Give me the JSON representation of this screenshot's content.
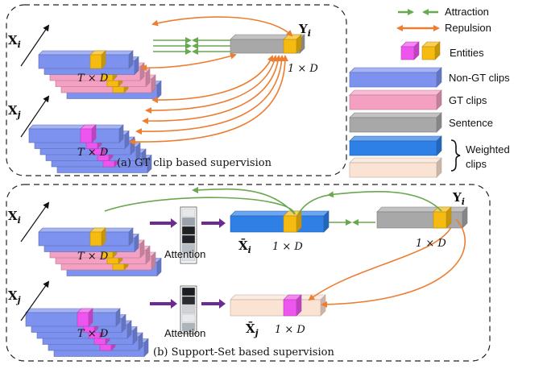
{
  "colors": {
    "nongt": "#7d92ef",
    "gt": "#f4a0c2",
    "sentence": "#a8a8a8",
    "weighted": "#2f80e6",
    "weighted_pale": "#fbe3d3",
    "entity_magenta": "#ee55ee",
    "entity_yellow": "#f6bb10",
    "attraction": "#6aa84f",
    "repulsion": "#ed7d31",
    "attention_arrow": "#6a2c91"
  },
  "legend": {
    "attraction": "Attraction",
    "repulsion": "Repulsion",
    "entities": "Entities",
    "nongt": "Non-GT clips",
    "gt": "GT clips",
    "sentence": "Sentence",
    "weighted_line1": "Weighted",
    "weighted_line2": "clips"
  },
  "panel_a": {
    "caption": "(a) GT clip based supervision",
    "xi_label": "X",
    "xi_sub": "i",
    "xj_label": "X",
    "xj_sub": "j",
    "yi_label": "Y",
    "yi_sub": "i",
    "dim_td_1": "T × D",
    "dim_td_2": "T × D",
    "dim_1d": "1 × D"
  },
  "panel_b": {
    "caption": "(b) Support-Set based supervision",
    "xi_label": "X",
    "xi_sub": "i",
    "xj_label": "X",
    "xj_sub": "j",
    "yi_label": "Y",
    "yi_sub": "i",
    "xbar_i_label": "X̄",
    "xbar_i_sub": "i",
    "xbar_j_label": "X̄",
    "xbar_j_sub": "j",
    "dim_td_1": "T × D",
    "dim_td_2": "T × D",
    "dim_1d_xi": "1 × D",
    "dim_1d_y": "1 × D",
    "dim_1d_xj": "1 × D",
    "attention_1": "Attention",
    "attention_2": "Attention"
  }
}
